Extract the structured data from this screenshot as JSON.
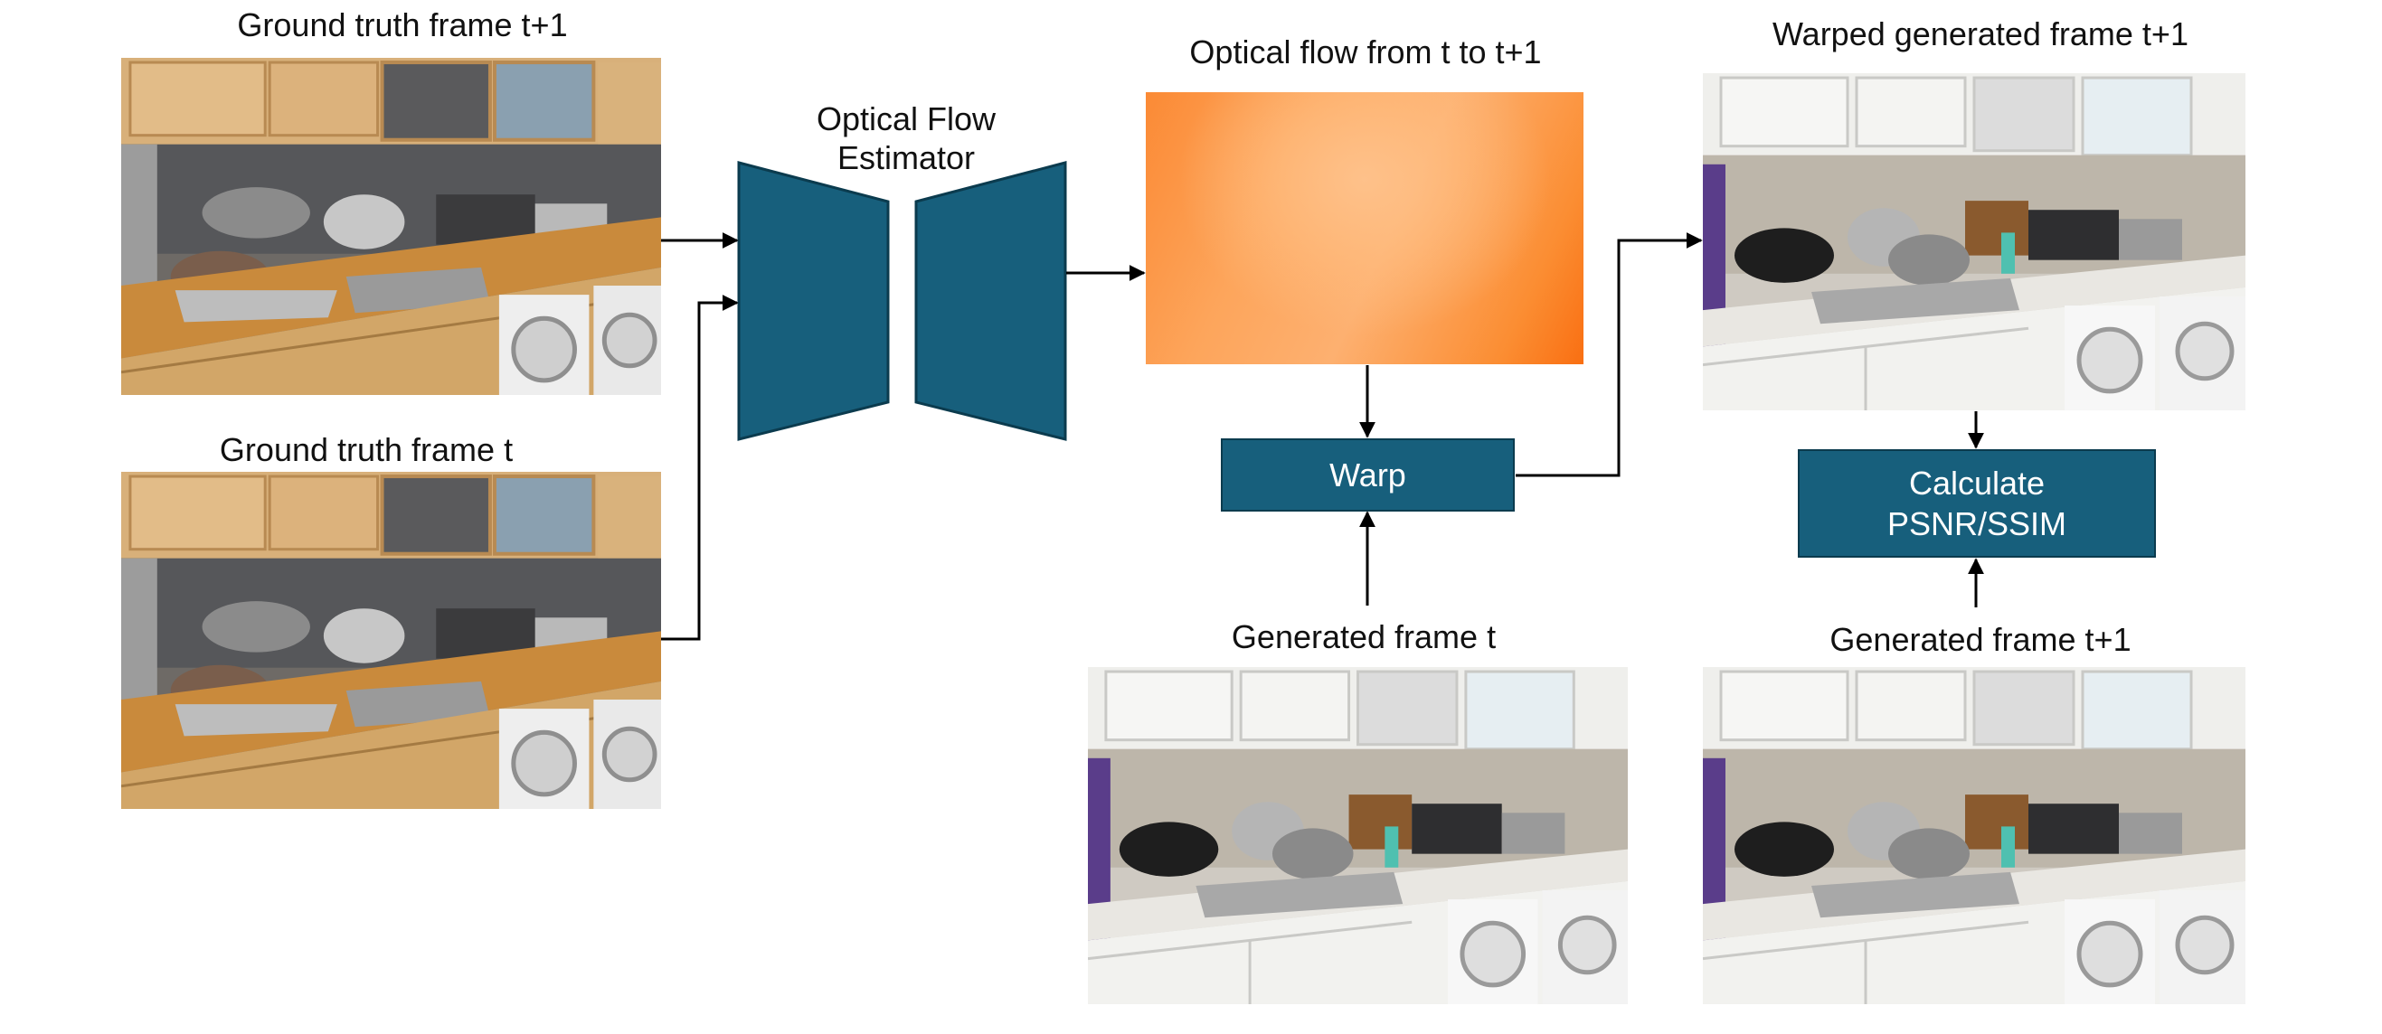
{
  "labels": {
    "gt_t1": "Ground truth frame t+1",
    "gt_t": "Ground truth frame t",
    "estimator_line1": "Optical Flow",
    "estimator_line2": "Estimator",
    "flow": "Optical flow from t to t+1",
    "warped": "Warped generated frame t+1",
    "gen_t": "Generated frame t",
    "gen_t1": "Generated frame t+1"
  },
  "boxes": {
    "warp": "Warp",
    "calc_line1": "Calculate",
    "calc_line2": "PSNR/SSIM"
  },
  "colors": {
    "box_fill": "#175F7C",
    "flow_orange": "#FB8A35",
    "wood_counter": "#C98A3C",
    "cabinet_white": "#F2F2EF"
  }
}
